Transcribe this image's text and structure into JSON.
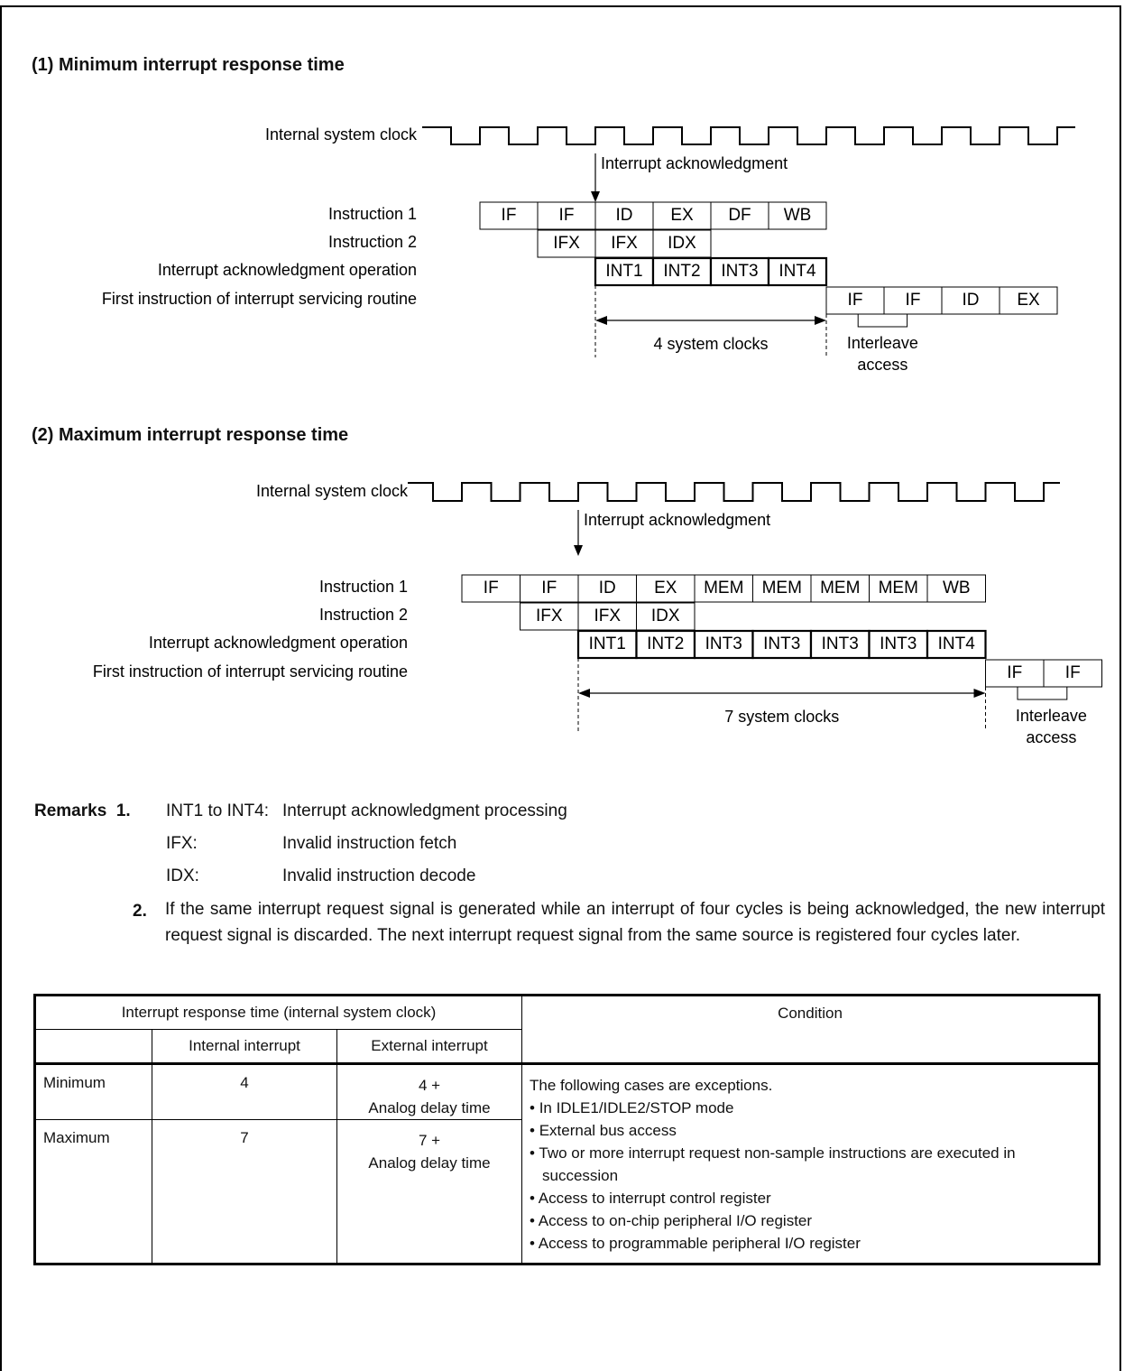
{
  "section1": {
    "title": "(1)  Minimum interrupt response time",
    "clock_label": "Internal system clock",
    "ack_label": "Interrupt acknowledgment",
    "rows": [
      "Instruction 1",
      "Instruction 2",
      "Interrupt acknowledgment operation",
      "First instruction of interrupt servicing routine"
    ],
    "instr1": [
      "IF",
      "IF",
      "ID",
      "EX",
      "DF",
      "WB"
    ],
    "instr2": [
      "IFX",
      "IFX",
      "IDX"
    ],
    "int_op": [
      "INT1",
      "INT2",
      "INT3",
      "INT4"
    ],
    "first": [
      "IF",
      "IF",
      "ID",
      "EX"
    ],
    "span_label": "4 system clocks",
    "interleave_1": "Interleave",
    "interleave_2": "access"
  },
  "section2": {
    "title": "(2)  Maximum interrupt response time",
    "clock_label": "Internal system clock",
    "ack_label": "Interrupt acknowledgment",
    "rows": [
      "Instruction 1",
      "Instruction 2",
      "Interrupt acknowledgment operation",
      "First instruction of interrupt servicing routine"
    ],
    "instr1": [
      "IF",
      "IF",
      "ID",
      "EX",
      "MEM",
      "MEM",
      "MEM",
      "MEM",
      "WB"
    ],
    "instr2": [
      "IFX",
      "IFX",
      "IDX"
    ],
    "int_op": [
      "INT1",
      "INT2",
      "INT3",
      "INT3",
      "INT3",
      "INT3",
      "INT4"
    ],
    "first": [
      "IF",
      "IF"
    ],
    "span_label": "7 system clocks",
    "interleave_1": "Interleave",
    "interleave_2": "access"
  },
  "remarks": {
    "label": "Remarks",
    "n1": "1.",
    "defs": [
      {
        "term": "INT1 to INT4:",
        "desc": "Interrupt acknowledgment processing"
      },
      {
        "term": "IFX:",
        "desc": "Invalid instruction fetch"
      },
      {
        "term": "IDX:",
        "desc": "Invalid instruction decode"
      }
    ],
    "n2": "2.",
    "text2": "If the same interrupt request signal is generated while an interrupt of four cycles is being acknowledged, the new interrupt request signal is discarded.  The next interrupt request signal from the same source is registered four cycles later."
  },
  "table": {
    "head_group": "Interrupt response time (internal system clock)",
    "head_condition": "Condition",
    "head_internal": "Internal interrupt",
    "head_external": "External interrupt",
    "rows": [
      {
        "label": "Minimum",
        "internal": "4",
        "ext1": "4 +",
        "ext2": "Analog delay time"
      },
      {
        "label": "Maximum",
        "internal": "7",
        "ext1": "7 +",
        "ext2": "Analog delay time"
      }
    ],
    "condition_intro": "The following cases are exceptions.",
    "conditions": [
      "In IDLE1/IDLE2/STOP mode",
      "External bus access",
      "Two or more interrupt request non-sample instructions are executed in succession",
      "Access to interrupt control register",
      "Access to on-chip peripheral I/O register",
      "Access to programmable peripheral I/O register"
    ]
  }
}
